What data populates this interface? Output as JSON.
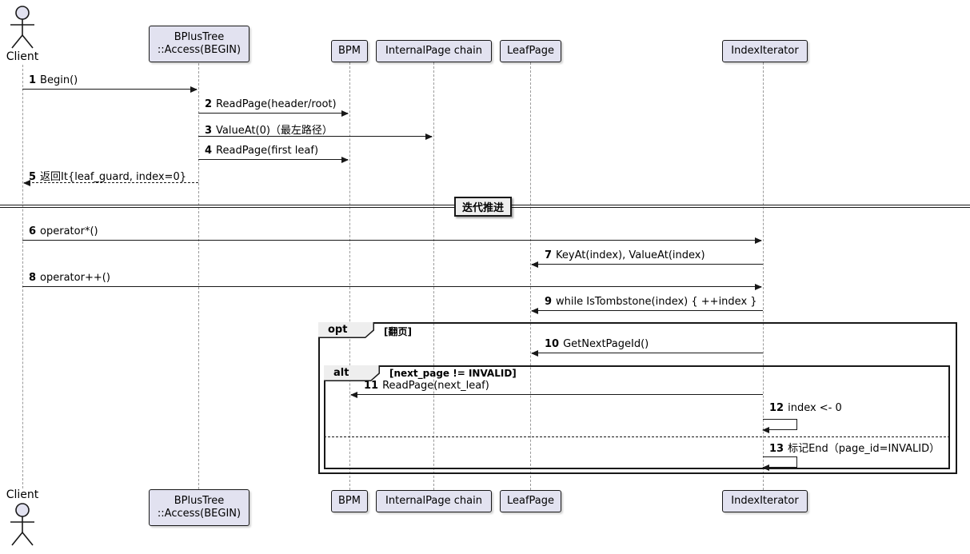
{
  "participants": [
    {
      "id": "client",
      "type": "actor",
      "label": "Client"
    },
    {
      "id": "bplustree",
      "type": "participant",
      "label": "BPlusTree\n::Access(BEGIN)"
    },
    {
      "id": "bpm",
      "type": "participant",
      "label": "BPM"
    },
    {
      "id": "internalpage-chain",
      "type": "participant",
      "label": "InternalPage chain"
    },
    {
      "id": "leafpage",
      "type": "participant",
      "label": "LeafPage"
    },
    {
      "id": "indexiterator",
      "type": "participant",
      "label": "IndexIterator"
    }
  ],
  "messages": [
    {
      "num": "1",
      "text": "Begin()",
      "from": "Client",
      "to": "BPlusTree::Access(BEGIN)",
      "line": "solid"
    },
    {
      "num": "2",
      "text": "ReadPage(header/root)",
      "from": "BPlusTree::Access(BEGIN)",
      "to": "BPM",
      "line": "solid"
    },
    {
      "num": "3",
      "text": "ValueAt(0)（最左路径）",
      "from": "BPlusTree::Access(BEGIN)",
      "to": "InternalPage chain",
      "line": "solid"
    },
    {
      "num": "4",
      "text": "ReadPage(first leaf)",
      "from": "BPlusTree::Access(BEGIN)",
      "to": "BPM",
      "line": "solid"
    },
    {
      "num": "5",
      "text": "返回It{leaf_guard, index=0}",
      "from": "BPlusTree::Access(BEGIN)",
      "to": "Client",
      "line": "dashed"
    },
    {
      "num": "6",
      "text": "operator*()",
      "from": "Client",
      "to": "IndexIterator",
      "line": "solid"
    },
    {
      "num": "7",
      "text": "KeyAt(index), ValueAt(index)",
      "from": "IndexIterator",
      "to": "LeafPage",
      "line": "solid"
    },
    {
      "num": "8",
      "text": "operator++()",
      "from": "Client",
      "to": "IndexIterator",
      "line": "solid"
    },
    {
      "num": "9",
      "text": "while IsTombstone(index) { ++index }",
      "from": "IndexIterator",
      "to": "LeafPage",
      "line": "solid"
    },
    {
      "num": "10",
      "text": "GetNextPageId()",
      "from": "IndexIterator",
      "to": "LeafPage",
      "line": "solid"
    },
    {
      "num": "11",
      "text": "ReadPage(next_leaf)",
      "from": "IndexIterator",
      "to": "BPM",
      "line": "solid"
    },
    {
      "num": "12",
      "text": "index <- 0",
      "from": "IndexIterator",
      "to": "IndexIterator",
      "line": "self"
    },
    {
      "num": "13",
      "text": "标记End（page_id=INVALID）",
      "from": "IndexIterator",
      "to": "IndexIterator",
      "line": "self"
    }
  ],
  "divider": {
    "label": "迭代推进"
  },
  "frames": {
    "opt": {
      "keyword": "opt",
      "condition": "[翻页]"
    },
    "alt": {
      "keyword": "alt",
      "condition": "[next_page != INVALID]"
    }
  },
  "colors": {
    "participant_fill": "#E2E2F0",
    "participant_border": "#181818",
    "frame_label_fill": "#EEEEEE",
    "line_color": "#181818",
    "lifeline_color": "#9A9A9A"
  }
}
